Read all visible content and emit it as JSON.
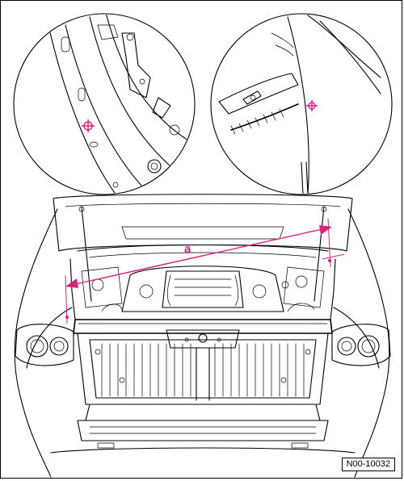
{
  "diagram": {
    "measurement_label": "a",
    "reference_code": "N00-10032",
    "accent_color": "#d6247d",
    "line_color": "#000000",
    "icons": [
      "left-detail-circle",
      "right-detail-circle",
      "crosshair-marker",
      "dimension-arrow"
    ]
  }
}
